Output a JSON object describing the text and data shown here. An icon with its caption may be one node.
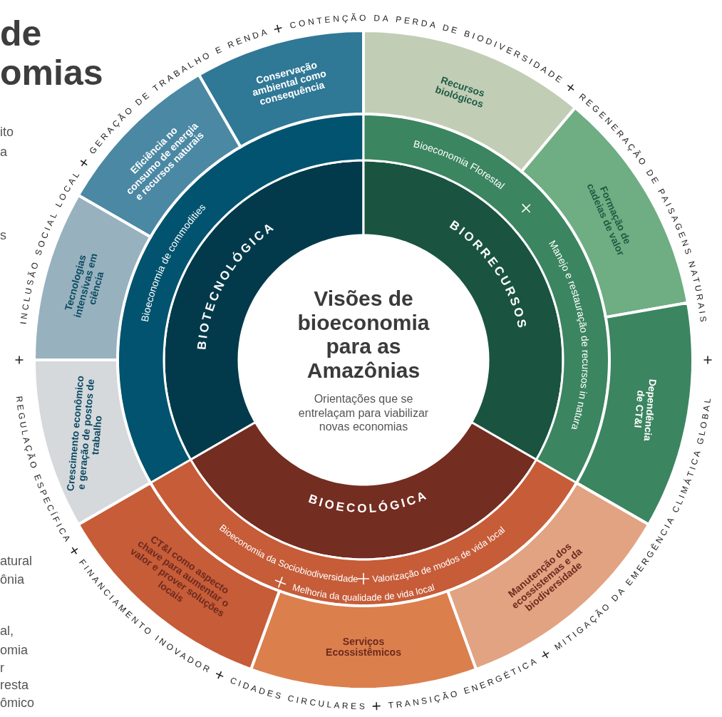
{
  "diagram": {
    "nodes": [
      {
        "text": [
          "Visões de bioeconomia para as Amazônias",
          "Orientações que se entrelaçam para viabilizar novas economias"
        ]
      },
      {
        "text": [
          "BIOTECNOLÓGICA"
        ]
      },
      {
        "text": [
          "BIORRECURSOS"
        ]
      },
      {
        "text": [
          "BIOECOLÓGICA"
        ]
      },
      {
        "text": [
          "Bioeconomia de commodities"
        ]
      },
      {
        "text": [
          "Bioeconomia Florestal",
          "Manejo e restauração de recursos in natura"
        ]
      },
      {
        "text": [
          "Bioeconomia da Sociobiodiversidade",
          "Valorização de modos de vida local",
          "Melhoria da qualidade de vida local"
        ]
      },
      {
        "text": [
          "Conservação ambiental como consequência"
        ]
      },
      {
        "text": [
          "Eficiência no consumo de energia e recursos naturais"
        ]
      },
      {
        "text": [
          "Tecnologias intensivas em ciência"
        ]
      },
      {
        "text": [
          "Crescimento econômico e geração de postos de trabalho"
        ]
      },
      {
        "text": [
          "Recursos biológicos"
        ]
      },
      {
        "text": [
          "Formação de cadeias de valor"
        ]
      },
      {
        "text": [
          "Dependência de CT&I"
        ]
      },
      {
        "text": [
          "Manutenção dos ecossistemas e da biodiversidade"
        ]
      },
      {
        "text": [
          "Serviços Ecossistêmicos"
        ]
      },
      {
        "text": [
          "CT&I como aspecto chave para aumentar o valor e prover soluções locais"
        ]
      }
    ],
    "labels": [
      "de",
      "omias",
      "ito",
      "a",
      "s",
      "atural",
      "ônia",
      "al,",
      "omia",
      "r",
      "resta",
      "ômico",
      "INCLUSÃO SOCIAL LOCAL",
      "GERAÇÃO DE TRABALHO E RENDA",
      "CONTENÇÃO DA PERDA DE BIODIVERSIDADE",
      "REGENERAÇÃO DE PAISAGENS NATURAIS",
      "REGULAÇÃO ESPECÍFICA",
      "FINANCIAMENTO INOVADOR",
      "CIDADES CIRCULARES",
      "TRANSIÇÃO ENERGÉTICA",
      "MITIGAÇÃO DA EMERGÊNCIA CLIMÁTICA GLOBAL"
    ]
  }
}
